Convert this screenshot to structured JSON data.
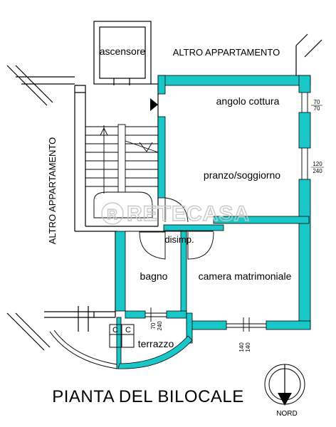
{
  "plan": {
    "title": "PIANTA DEL BILOCALE",
    "watermark": "RETECASA",
    "colors": {
      "wall": "#19c7c9",
      "line": "#000000"
    },
    "rooms": {
      "elevator": "ascensore",
      "kitchen_corner": "angolo cottura",
      "living_dining": "pranzo/soggiorno",
      "hallway": "disimp.",
      "bathroom": "bagno",
      "master_bedroom": "camera matrimoniale",
      "terrace": "terrazzo"
    },
    "neighbors": {
      "top": "ALTRO  APPARTAMENTO",
      "left": "ALTRO  APPARTAMENTO"
    },
    "window_dimensions": {
      "kitchen_window": {
        "width": "70",
        "height": "70"
      },
      "living_window": {
        "width": "120",
        "height": "240"
      },
      "terrace_door": {
        "width": "70",
        "height": "240"
      },
      "bedroom_window": {
        "width": "140",
        "height": "140"
      }
    },
    "utility_marks": [
      "C",
      "C"
    ],
    "compass": {
      "label": "NORD",
      "icon": "north-arrow-icon"
    }
  }
}
